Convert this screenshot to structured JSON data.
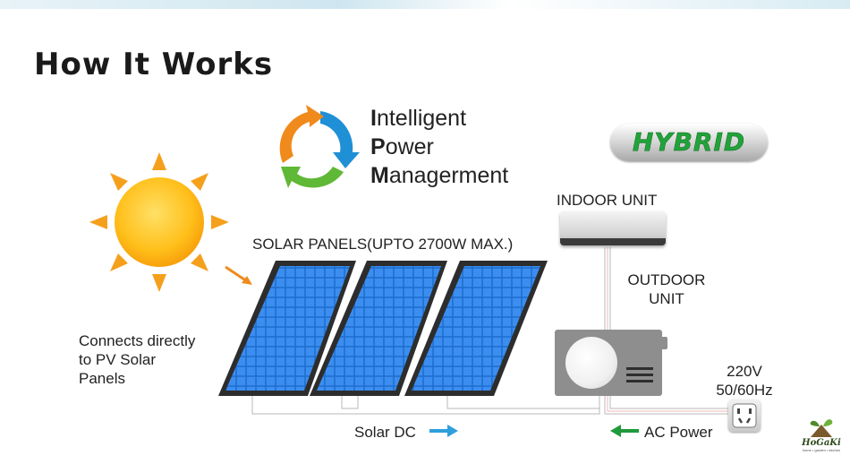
{
  "title": "How It Works",
  "ipm": {
    "line1_first": "I",
    "line1_rest": "ntelligent",
    "line2_first": "P",
    "line2_rest": "ower",
    "line3_first": "M",
    "line3_rest": "anagerment"
  },
  "badge": "HYBRID",
  "labels": {
    "indoor_unit": "INDOOR UNIT",
    "solar_panels": "SOLAR PANELS(UPTO  2700W  MAX.)",
    "outdoor_unit_line1": "OUTDOOR",
    "outdoor_unit_line2": "UNIT",
    "connects_line1": "Connects directly",
    "connects_line2": "to PV Solar",
    "connects_line3": "Panels",
    "voltage": "220V",
    "frequency": "50/60Hz",
    "solar_dc": "Solar DC",
    "ac_power": "AC Power"
  },
  "logo": {
    "name": "HoGaKi",
    "tagline": "home • garden • kitchen"
  },
  "colors": {
    "solar_dc_arrow": "#2f9fdc",
    "ac_power_arrow": "#1f9a3c",
    "hybrid_text": "#22a33a",
    "cycle_blue": "#1f8fd6",
    "cycle_green": "#5fb836",
    "cycle_orange": "#f08a1c"
  }
}
